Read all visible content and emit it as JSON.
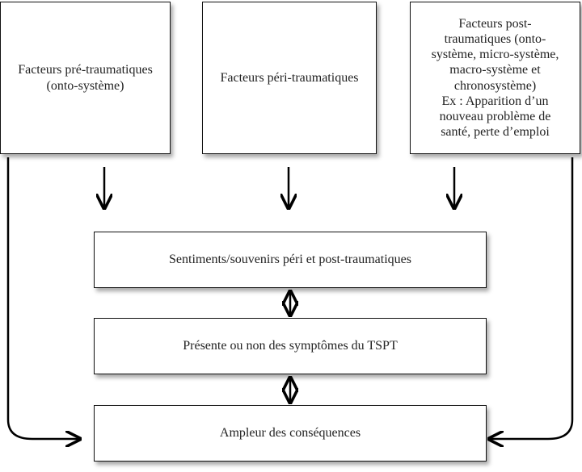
{
  "boxes": {
    "pre": "Facteurs pré-traumatiques (onto-système)",
    "peri": "Facteurs péri-traumatiques",
    "post_lines": [
      "Facteurs post-",
      "traumatiques (onto-",
      "système, micro-système,",
      "macro-système et",
      "chronosystème)",
      "Ex : Apparition d’un",
      "nouveau problème de",
      "santé, perte d’emploi"
    ],
    "sentiments": "Sentiments/souvenirs péri et post-traumatiques",
    "symptomes": "Présente ou non des symptômes du TSPT",
    "ampleur": "Ampleur des conséquences"
  }
}
